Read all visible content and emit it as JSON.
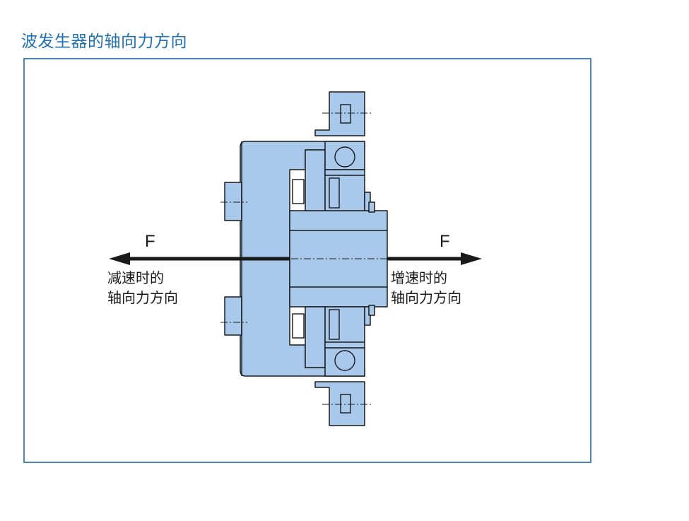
{
  "title": "波发生器的轴向力方向",
  "colors": {
    "title": "#1f6fb3",
    "frame": "#4a86c0",
    "part_fill": "#a8c8ec",
    "outline": "#1a1a1a",
    "arrow": "#1a1a1a"
  },
  "left_force": {
    "symbol": "F",
    "label_line1": "减速时的",
    "label_line2": "轴向力方向"
  },
  "right_force": {
    "symbol": "F",
    "label_line1": "增速时的",
    "label_line2": "轴向力方向"
  }
}
